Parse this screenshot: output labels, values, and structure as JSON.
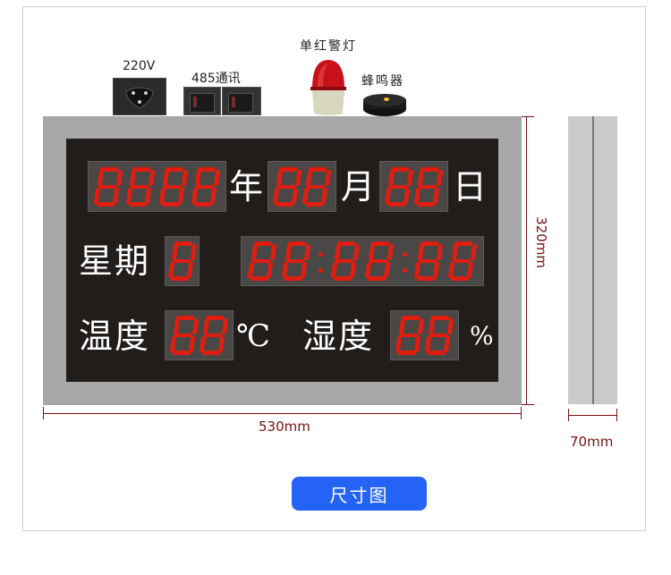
{
  "accessories": {
    "power_label": "220V",
    "comm_label": "485通讯",
    "alarm_light_label": "单红警灯",
    "buzzer_label": "蜂鸣器"
  },
  "display": {
    "year_digits": "8888",
    "year_unit": "年",
    "month_digits": "88",
    "month_unit": "月",
    "day_digits": "88",
    "day_unit": "日",
    "weekday_label": "星期",
    "weekday_digits": "8",
    "time_digits": "88:88:88",
    "temperature_label": "温度",
    "temperature_digits": "88",
    "temperature_unit": "℃",
    "humidity_label": "湿度",
    "humidity_digits": "88",
    "humidity_unit": "%"
  },
  "dimensions": {
    "width": "530mm",
    "height": "320mm",
    "depth": "70mm"
  },
  "button": {
    "label": "尺寸图"
  },
  "colors": {
    "led_red": "#e01d10",
    "panel_gray": "#a7a7a7",
    "screen_black": "#201d1b",
    "dimension_red": "#7a1010",
    "button_blue": "#2563f6"
  }
}
